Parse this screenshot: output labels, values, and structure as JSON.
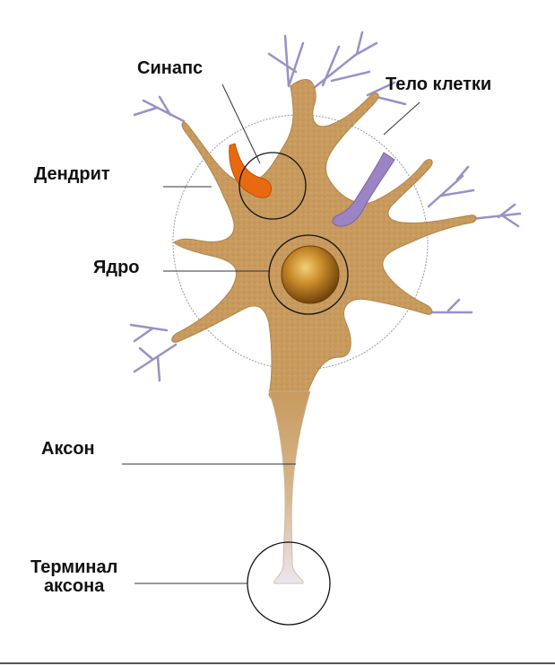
{
  "labels": {
    "synapse": "Синапс",
    "cell_body": "Тело клетки",
    "dendrite": "Дендрит",
    "nucleus": "Ядро",
    "axon": "Аксон",
    "axon_terminal_line1": "Терминал",
    "axon_terminal_line2": "аксона"
  },
  "colors": {
    "cell_fill": "#c89a5e",
    "dendrite_tips": "#9a90c8",
    "nucleus": "#9a6212",
    "synapse_orange": "#e86a10",
    "synapse_purple": "#9a84c4",
    "leader_lines": "#333333"
  }
}
